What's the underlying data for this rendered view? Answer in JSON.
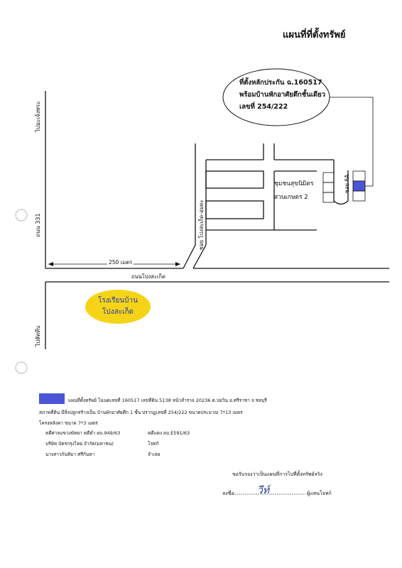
{
  "title": "แผนที่ที่ตั้งทรัพย์",
  "callout": {
    "line1": "ที่ตั้งหลักประกัน ฉ.160517",
    "line2": "พร้อมบ้านพักอาศัยตึกชั้นเดียว",
    "line3": "เลขที่ 254/222"
  },
  "map": {
    "road_left_top": "ไปอะเจ้งพระ",
    "road_331": "ถนน 331",
    "road_left_bottom": "ไปสัตหีบ",
    "distance": "250 เมตร",
    "road_main": "ถนนโปงสะเก็ด",
    "soi_pong": "ซอย โปงสะเก็ด-อมตะ",
    "village_line1": "ชุมชนสุขนิมิตร",
    "village_line2": "สวนเกษตร 2",
    "soi_6a": "ซอย 6A",
    "school_line1": "โรงเรียนบ้าน",
    "school_line2": "โปงสะเก็ด"
  },
  "legend": {
    "line1": "แผนที่ตั้งทรัพย์ โฉนดเลขที่ 160517 เลขที่ดิน 5138 หน้าสำรวจ 20236 ต.บ่อวิน อ.ศรีราชา จ.ชลบุรี",
    "line2": "สภาพที่ดิน มีสิ่งปลูกสร้างเป็น บ้านพักอาศัยตึก 1 ชั้น ปรากฏเลขที่ 254/222 ขนาดประมาณ 7*13 เมตร",
    "line3": "โครงหลังคา ขนาด 7*3 เมตร",
    "row1_left": "คดีศาลแขวงพัทยา คดีดำ ผบ.949/63",
    "row1_right": "คดีแดง ผบ.E591/63",
    "row2_left": "บริษัท บัตรกรุงไทย จำกัด(มหาชน)",
    "row2_right": "โจทก์",
    "row3_left": "นางสาวกันทิมา ศรีกันหา",
    "row3_right": "จำเลย"
  },
  "certify": "ขอรับรองว่าเป็นแผนที่การไปที่ตั้งทรัพย์จริง",
  "signature": {
    "label": "ลงชื่อ",
    "name": "ผู้แทนโจทก์",
    "handwriting": "วีท์"
  },
  "colors": {
    "plot": "#4a56d6",
    "school_fill": "#f5d418",
    "ink": "#111111"
  }
}
